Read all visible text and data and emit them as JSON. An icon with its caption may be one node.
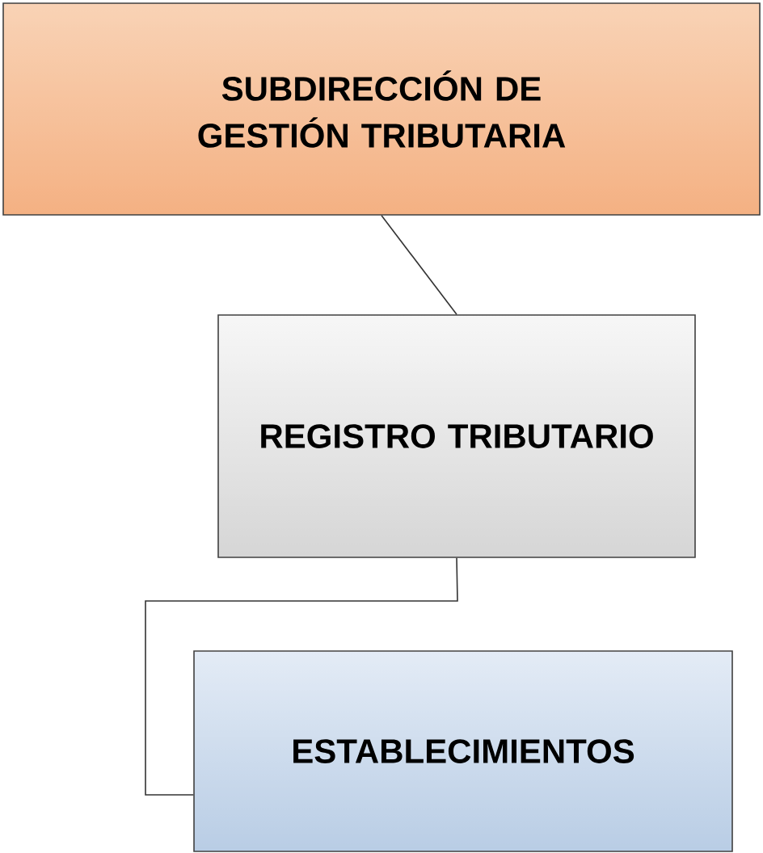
{
  "diagram": {
    "nodes": [
      {
        "text": [
          "SUBDIRECCIÓN DE GESTIÓN TRIBUTARIA"
        ]
      },
      {
        "text": [
          "REGISTRO TRIBUTARIO"
        ]
      },
      {
        "text": [
          "ESTABLECIMIENTOS"
        ]
      }
    ],
    "edges": [
      {
        "from": 0,
        "to": 1,
        "arrow": "none"
      },
      {
        "from": 1,
        "to": 2,
        "arrow": "none"
      }
    ]
  }
}
